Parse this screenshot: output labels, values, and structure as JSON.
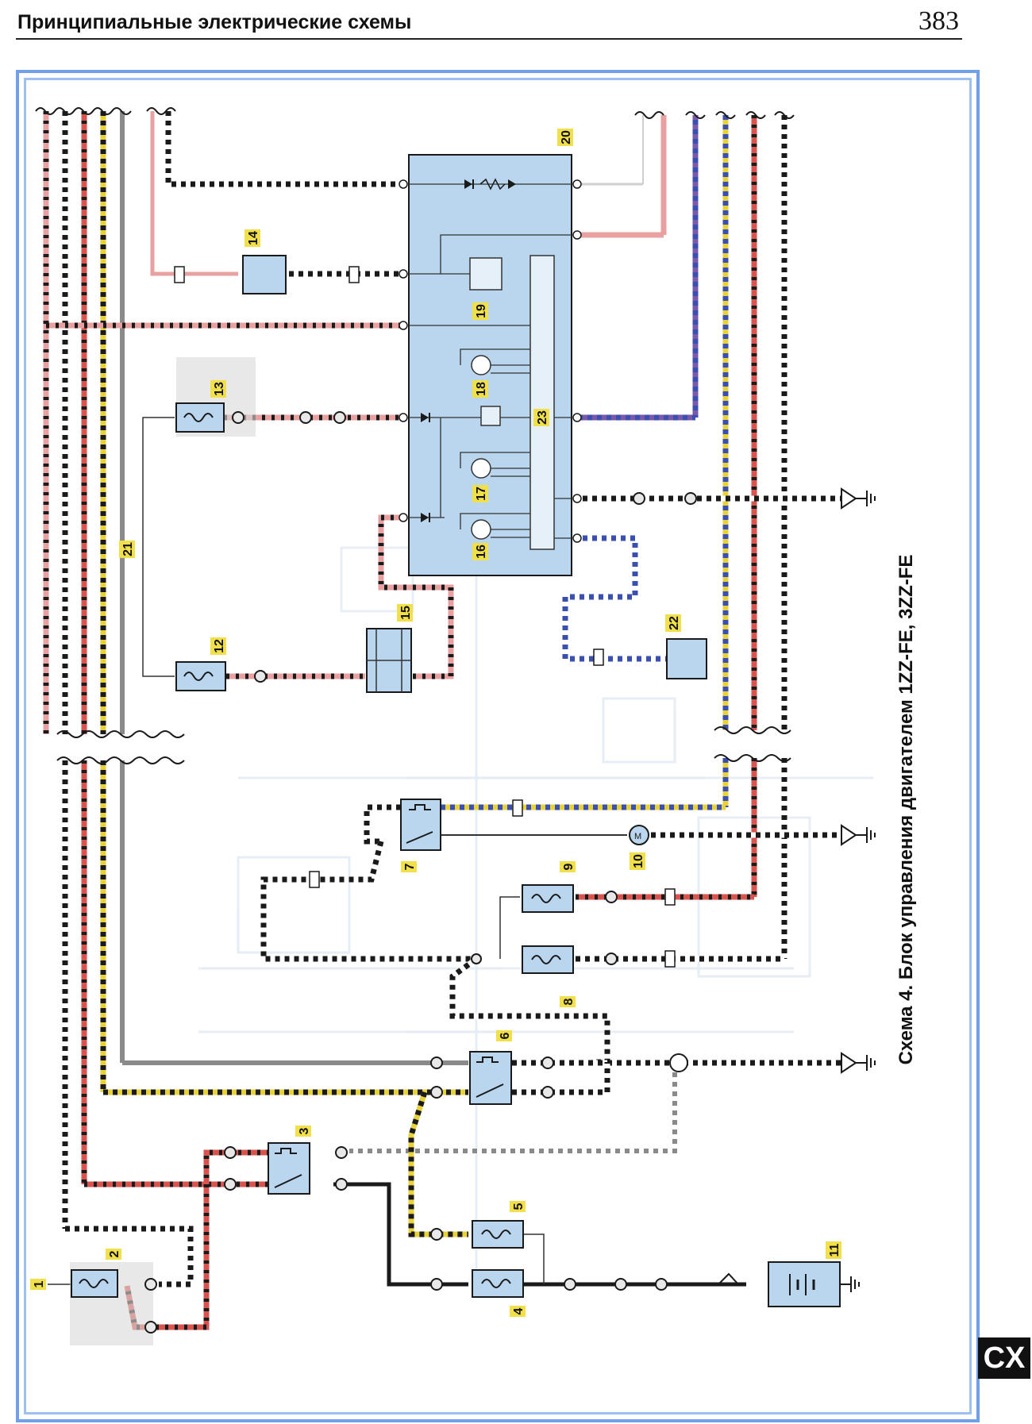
{
  "header": {
    "title": "Принципиальные электрические схемы",
    "page_number": "383"
  },
  "diagram": {
    "caption": "Схема 4. Блок управления двигателем 1ZZ-FE, 3ZZ-FE",
    "component_numbers": [
      "1",
      "2",
      "3",
      "4",
      "5",
      "6",
      "7",
      "8",
      "9",
      "10",
      "11",
      "12",
      "13",
      "14",
      "15",
      "16",
      "17",
      "18",
      "19",
      "20",
      "21",
      "22",
      "23"
    ]
  },
  "corner_tab": "CX",
  "colors": {
    "frame": "#6fa0e8",
    "component_fill": "#b9d6ee",
    "label_highlight": "#f2e04a",
    "wire_black": "#1a1a1a",
    "wire_red": "#d9534f",
    "wire_pink": "#e8a0a0",
    "wire_yellow": "#e8d23a",
    "wire_blue": "#3a4fb0",
    "wire_purple": "#7a5aa8",
    "wire_gray": "#8a8a8a"
  }
}
